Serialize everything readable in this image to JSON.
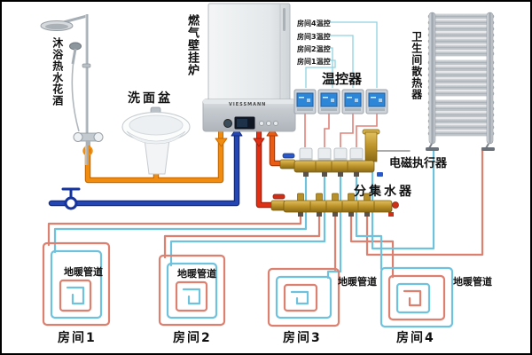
{
  "equipment": {
    "shower_label": "沐浴热水花酒",
    "basin_label": "洗面盆",
    "boiler_label": "燃气壁挂炉",
    "boiler_brand": "VIESSMANN",
    "thermostat_group_label": "温控器",
    "radiator_label": "卫生间散热器",
    "actuator_label": "电磁执行器",
    "manifold_label": "分集水器"
  },
  "thermostat_callouts": [
    {
      "label": "房间4温控"
    },
    {
      "label": "房间3温控"
    },
    {
      "label": "房间2温控"
    },
    {
      "label": "房间1温控"
    }
  ],
  "rooms": [
    {
      "name": "房间1",
      "pipe_label": "地暖管道"
    },
    {
      "name": "房间2",
      "pipe_label": "地暖管道"
    },
    {
      "name": "房间3",
      "pipe_label": "地暖管道"
    },
    {
      "name": "房间4",
      "pipe_label": "地暖管道"
    }
  ],
  "colors": {
    "hot_water_pipe": "#ef8c0c",
    "cold_water_pipe": "#1f3a9e",
    "heating_supply_pipe": "#d63418",
    "heating_return_pipe": "#e05a14",
    "floor_loop_supply": "#dd8070",
    "floor_loop_return": "#6fc2de",
    "callout_leader_line": "#8ed2e0",
    "thermostat_wire": "#e0837a",
    "manifold_brass": "#c09a2e"
  }
}
